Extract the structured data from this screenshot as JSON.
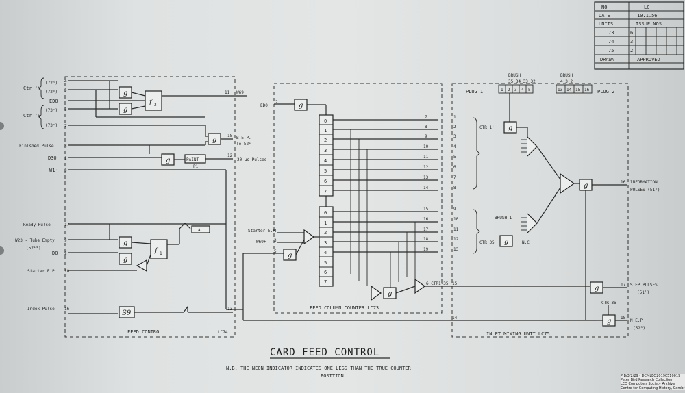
{
  "title_block": {
    "rows": [
      {
        "label": "NO",
        "value": "LC"
      },
      {
        "label": "DATE",
        "value": "10.1.56"
      },
      {
        "label": "UNITS",
        "value": "ISSUE NOS"
      }
    ],
    "units": [
      {
        "unit": "73",
        "issue": "6"
      },
      {
        "unit": "74",
        "issue": "3"
      },
      {
        "unit": "75",
        "issue": "2"
      }
    ],
    "drawn_label": "DRAWN",
    "approved_label": "APPROVED"
  },
  "feed_control": {
    "inputs": {
      "ctr_y": "Ctr 'Y'",
      "ctr_y_72n": "(72ⁿ)",
      "ctr_y_72o": "(72ᵒ)",
      "ed0": "ED0",
      "ctr_s": "Ctr 'S'",
      "ctr_s_73n": "(73ⁿ)",
      "ctr_s_73o": "(73ᵒ)",
      "finished_pulse": "Finished Pulse",
      "d30": "D30",
      "w1": "W1·",
      "ready_pulse": "Ready Pulse",
      "w23": "W23 - Tube Empty",
      "w23_sub": "(52¹⁴)",
      "d0": "D0",
      "starter_ep": "Starter E.P",
      "index_pulse": "Index Pulse"
    },
    "pins": {
      "p4": "4",
      "p5": "5",
      "p6": "6",
      "p7": "7",
      "p8": "8",
      "p1": "1",
      "p3": "3",
      "p17": "17",
      "p9": "9",
      "p2": "2",
      "p10": "10",
      "p16": "16",
      "out11": "11",
      "out18": "18",
      "out12": "12",
      "out13": "13"
    },
    "gate_g": "g",
    "f2": "f",
    "f2_sub": "2",
    "f1": "f",
    "f1_sub": "1",
    "paint": "PAINT",
    "paint_sub": "P1",
    "neon": "A",
    "s9": "S9",
    "w69": "W69+",
    "bep": "B.E.P.",
    "bep_sub": "To 52¹",
    "pulses20": "20 µs Pulses",
    "footer": "FEED CONTROL",
    "code": "LC74"
  },
  "feed_column_counter": {
    "ed0": "ED0",
    "pin2": "2",
    "upper_stages": [
      "0",
      "1",
      "2",
      "3",
      "4",
      "5",
      "6",
      "7"
    ],
    "lower_stages": [
      "0",
      "1",
      "2",
      "3",
      "4",
      "5",
      "6",
      "7"
    ],
    "upper_out": [
      "7",
      "8",
      "9",
      "10",
      "11",
      "12",
      "13",
      "14"
    ],
    "lower_out": [
      "15",
      "16",
      "17",
      "18",
      "19"
    ],
    "starter_ep": "Starter E.P",
    "pin4": "4",
    "w69": "W69+",
    "pin3": "3",
    "pin5": "5",
    "ctr135": "6 CTR1-35",
    "footer": "FEED COLUMN COUNTER  LC73"
  },
  "inlet_mixing_unit": {
    "plug1": "PLUG I",
    "plug2": "PLUG 2",
    "brush_label_1": "BRUSH",
    "brush_nums_1": "35  34  33  32",
    "brush_label_2": "BRUSH",
    "brush_nums_2": "4   3   2",
    "plug1_pins": [
      "1",
      "2",
      "3",
      "4",
      "5"
    ],
    "plug2_pins": [
      "13",
      "14",
      "15",
      "16"
    ],
    "left_pins": [
      "1",
      "2",
      "3",
      "4",
      "5",
      "6",
      "7",
      "8"
    ],
    "left_pins_lower": [
      "9",
      "10",
      "11",
      "12",
      "13"
    ],
    "ctr1": "CTR'1'",
    "brush1": "BRUSH 1",
    "nc": "N.C",
    "ctr35": "CTR 35",
    "ctr36": "CTR 36",
    "pin15": "15",
    "pin14": "14",
    "out16": "16",
    "out17": "17",
    "out18": "18",
    "info_pulses": "INFORMATION",
    "info_pulses_2": "PULSES (51⁰)",
    "step_pulses": "STEP PULSES",
    "step_sub": "(51¹)",
    "nep": "N.E.P",
    "nep_sub": "(52³)",
    "footer": "INLET MIXING UNIT  LC75"
  },
  "main_title": "CARD FEED CONTROL",
  "note_1": "N.B. THE NEON INDICATOR INDICATES ONE LESS THAN THE TRUE COUNTER",
  "note_2": "POSITION.",
  "archive": [
    "PJB/3/2/29 - DCMLEO20190510019",
    "Peter Bird Research Collection",
    "LEO Computers Society Archive",
    "Centre for Computing History, Cambridge"
  ],
  "colors": {
    "ink": "#222222",
    "paper": "#dfe2e2"
  }
}
